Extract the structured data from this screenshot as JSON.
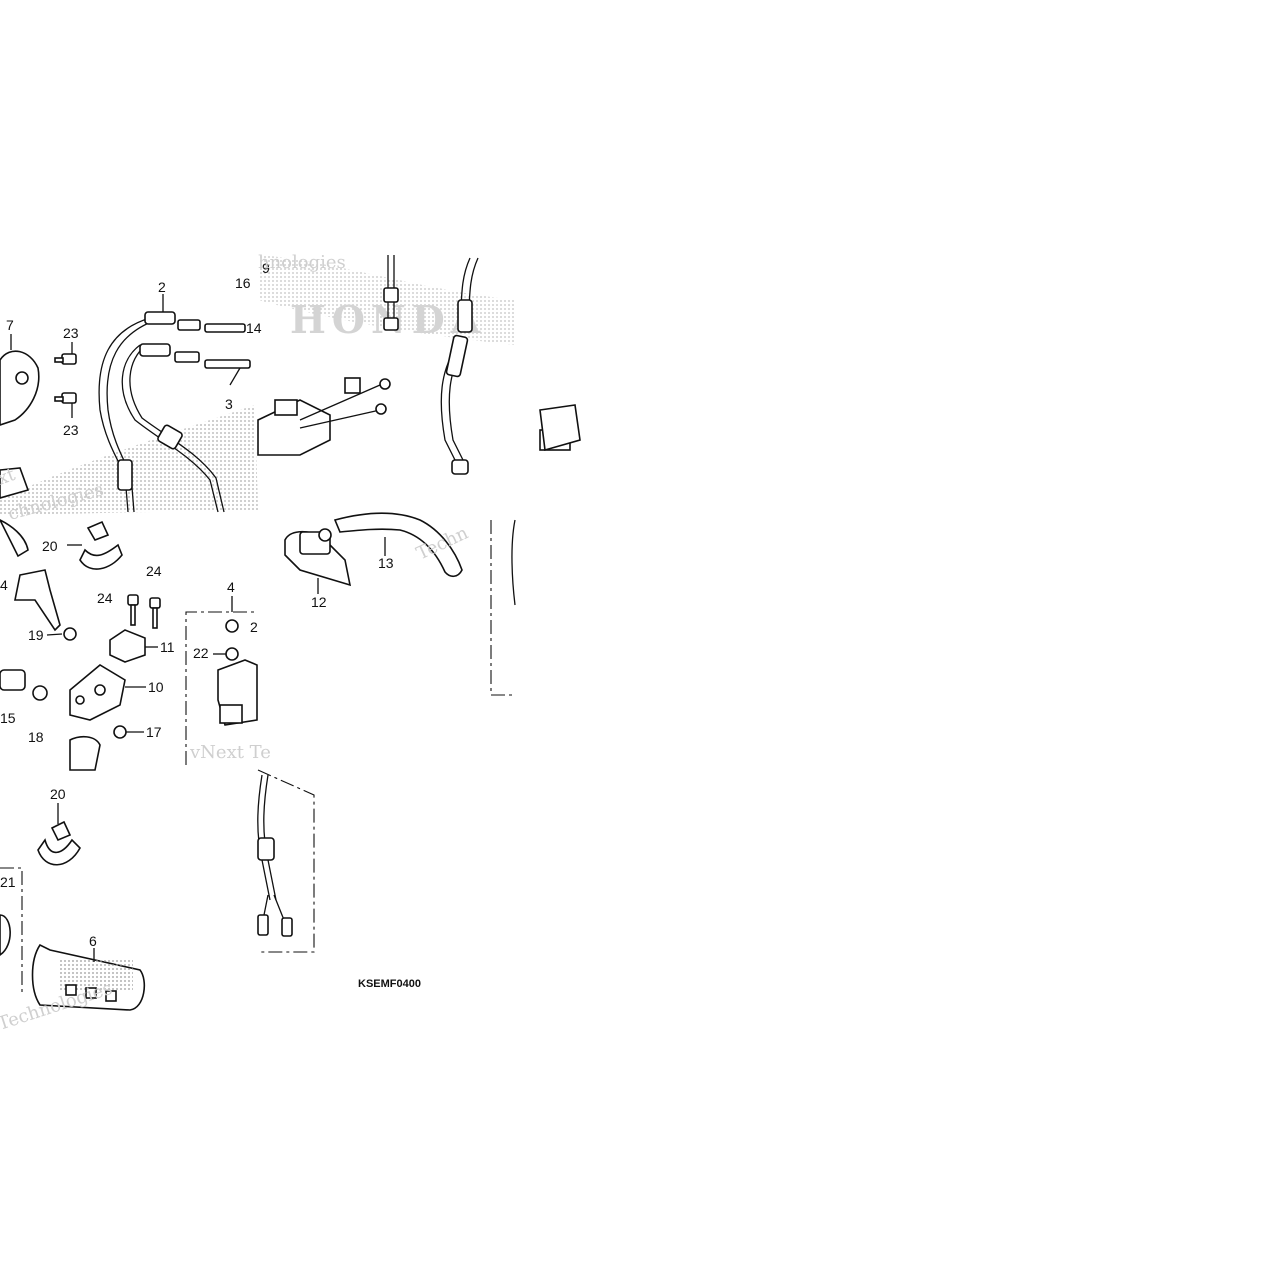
{
  "callouts": {
    "c2": "2",
    "c3": "3",
    "c7": "7",
    "c23a": "23",
    "c23b": "23",
    "c14": "14",
    "c16": "16",
    "c9": "9",
    "c20a": "20",
    "c20b": "20",
    "c4a": "4",
    "c4b": "4",
    "c24a": "24",
    "c24b": "24",
    "c19": "19",
    "c11": "11",
    "c10": "10",
    "c15": "15",
    "c18": "18",
    "c17": "17",
    "c22": "22",
    "c2b": "2",
    "c12": "12",
    "c13": "13",
    "c21": "21",
    "c6": "6"
  },
  "diagram_code": "KSEMF0400",
  "watermarks": {
    "w1": "hnologies",
    "w2": "vNext Te",
    "w3": "Technologies",
    "w4": "Techn",
    "w5": "chnologies",
    "w6": "xt",
    "w7": "HONDA"
  },
  "colors": {
    "line": "#111111",
    "dots": "#9a9a9a",
    "watermark": "#cfcfcf"
  }
}
